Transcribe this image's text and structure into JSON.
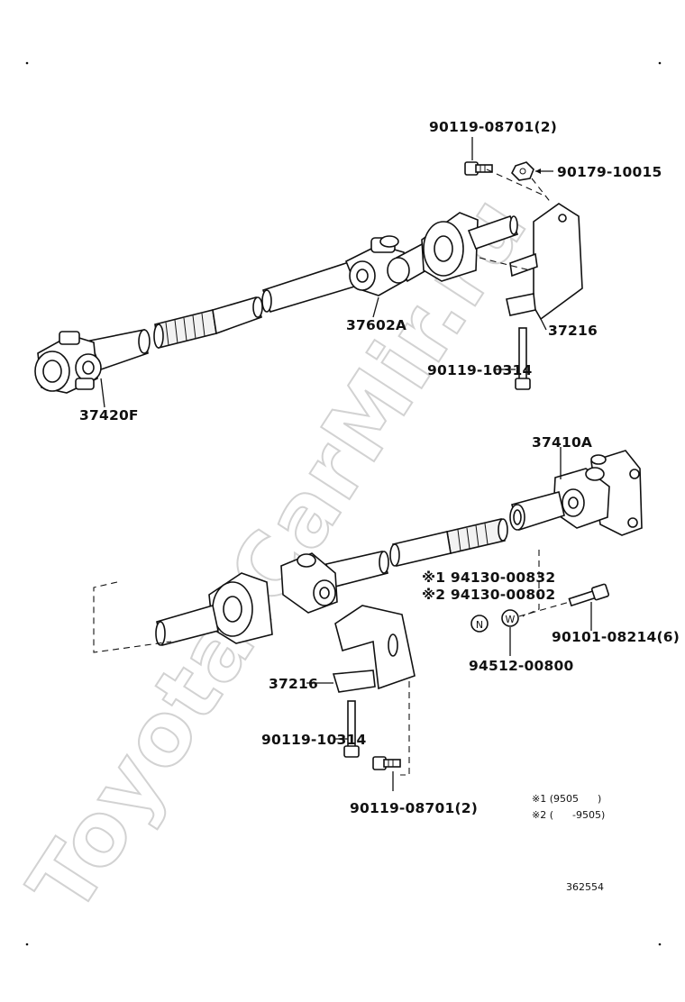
{
  "watermark": "Toyota.CarMir.ru",
  "labels": {
    "p_90119_08701_top": "90119-08701(2)",
    "p_90179_10015": "90179-10015",
    "p_37602A": "37602A",
    "p_37216_top": "37216",
    "p_90119_10314_top": "90119-10314",
    "p_37420F": "37420F",
    "p_37410A": "37410A",
    "p_94130_00832": "※1 94130-00832",
    "p_94130_00802": "※2 94130-00802",
    "p_90101_08214": "90101-08214(6)",
    "p_94512_00800": "94512-00800",
    "p_37216_bottom": "37216",
    "p_90119_10314_bottom": "90119-10314",
    "p_90119_08701_bottom": "90119-08701(2)"
  },
  "symbols": {
    "nut_marker": "N",
    "washer_marker": "W"
  },
  "notes": {
    "note1": "※1 (9505      )",
    "note2": "※2 (      -9505)"
  },
  "illustration_id": "362554"
}
